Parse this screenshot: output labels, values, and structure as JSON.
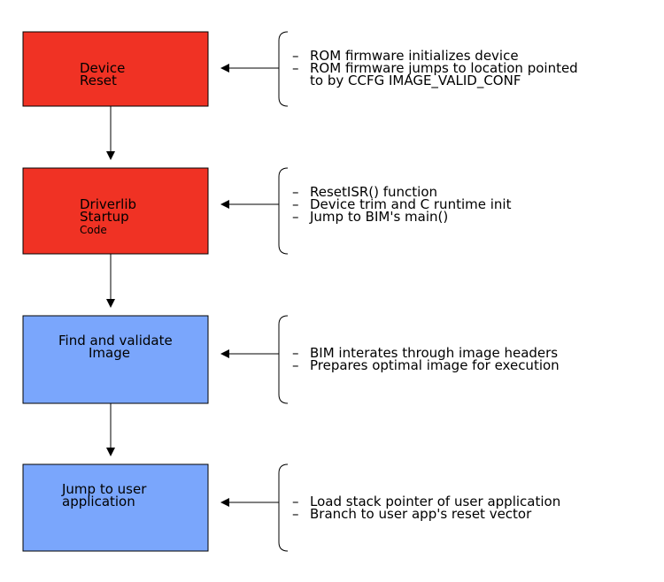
{
  "colors": {
    "red": "#f03224",
    "blue": "#7aa6fc",
    "stroke": "#000000"
  },
  "steps": [
    {
      "title_lines": [
        "Device",
        "Reset"
      ],
      "small_line": "",
      "fill": "red",
      "notes": [
        {
          "dash": "–",
          "text": "ROM firmware initializes device"
        },
        {
          "dash": "–",
          "text": "ROM firmware jumps to location pointed"
        },
        {
          "dash": "",
          "text": "to by CCFG IMAGE_VALID_CONF"
        }
      ]
    },
    {
      "title_lines": [
        "Driverlib",
        "Startup"
      ],
      "small_line": "Code",
      "fill": "red",
      "notes": [
        {
          "dash": "–",
          "text": "ResetISR() function"
        },
        {
          "dash": "–",
          "text": "Device trim and C runtime init"
        },
        {
          "dash": "–",
          "text": "Jump to BIM's main()"
        }
      ]
    },
    {
      "title_lines": [
        "Find and validate",
        "Image"
      ],
      "small_line": "",
      "fill": "blue",
      "notes": [
        {
          "dash": "–",
          "text": "BIM interates through image headers"
        },
        {
          "dash": "–",
          "text": "Prepares optimal image for execution"
        }
      ]
    },
    {
      "title_lines": [
        "Jump to user",
        "application"
      ],
      "small_line": "",
      "fill": "blue",
      "notes": [
        {
          "dash": "–",
          "text": "Load stack pointer of user application"
        },
        {
          "dash": "–",
          "text": "Branch to user app's reset vector"
        }
      ]
    }
  ]
}
